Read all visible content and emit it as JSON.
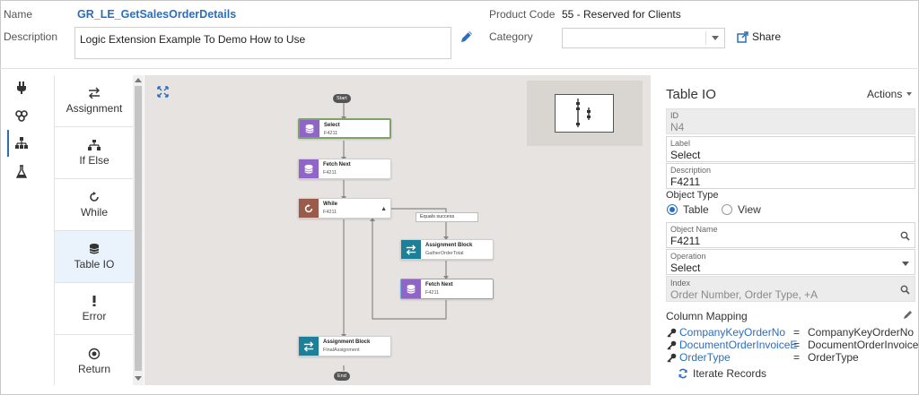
{
  "header": {
    "name_label": "Name",
    "name_value": "GR_LE_GetSalesOrderDetails",
    "description_label": "Description",
    "description_value": "Logic Extension Example To Demo How to Use",
    "product_code_label": "Product Code",
    "product_code_value": "55 - Reserved for Clients",
    "category_label": "Category",
    "category_value": "",
    "share_label": "Share"
  },
  "palette": {
    "items": [
      {
        "label": "Assignment",
        "icon": "swap-arrows-icon"
      },
      {
        "label": "If Else",
        "icon": "branch-icon"
      },
      {
        "label": "While",
        "icon": "loop-icon"
      },
      {
        "label": "Table IO",
        "icon": "database-icon"
      },
      {
        "label": "Error",
        "icon": "exclamation-icon"
      },
      {
        "label": "Return",
        "icon": "return-icon"
      }
    ],
    "active_index": 3
  },
  "canvas": {
    "start_label": "Start",
    "end_label": "End",
    "condition_label": "Equals success",
    "nodes": [
      {
        "title": "Select",
        "subtitle": "F4211",
        "icon": "database-icon",
        "color": "#8f65c8"
      },
      {
        "title": "Fetch Next",
        "subtitle": "F4211",
        "icon": "database-icon",
        "color": "#8f65c8"
      },
      {
        "title": "While",
        "subtitle": "F4211",
        "icon": "loop-icon",
        "color": "#9a5b4a"
      },
      {
        "title": "Assignment Block",
        "subtitle": "GatherOrderTotal",
        "icon": "swap-arrows-icon",
        "color": "#1e7f99"
      },
      {
        "title": "Fetch Next",
        "subtitle": "F4211",
        "icon": "database-icon",
        "color": "#8f65c8"
      },
      {
        "title": "Assignment Block",
        "subtitle": "FinalAssignment",
        "icon": "swap-arrows-icon",
        "color": "#1e7f99"
      }
    ]
  },
  "panel": {
    "title": "Table IO",
    "actions_label": "Actions",
    "id_label": "ID",
    "id_value": "N4",
    "label_label": "Label",
    "label_value": "Select",
    "description_label": "Description",
    "description_value": "F4211",
    "object_type_label": "Object Type",
    "object_type_options": [
      "Table",
      "View"
    ],
    "object_type_selected": "Table",
    "object_name_label": "Object Name",
    "object_name_value": "F4211",
    "operation_label": "Operation",
    "operation_value": "Select",
    "index_label": "Index",
    "index_value": "Order Number, Order Type, +A",
    "column_mapping_label": "Column Mapping",
    "column_mapping": [
      {
        "source": "CompanyKeyOrderNo",
        "op": "=",
        "target": "CompanyKeyOrderNo"
      },
      {
        "source": "DocumentOrderInvoiceE",
        "op": "=",
        "target": "DocumentOrderInvoiceE"
      },
      {
        "source": "OrderType",
        "op": "=",
        "target": "OrderType"
      }
    ],
    "iterate_label": "Iterate Records"
  },
  "colors": {
    "accent": "#2a6ebd",
    "table_io": "#8f65c8",
    "while": "#9a5b4a",
    "assignment": "#1e7f99",
    "canvas_bg": "#e6e3e0"
  }
}
